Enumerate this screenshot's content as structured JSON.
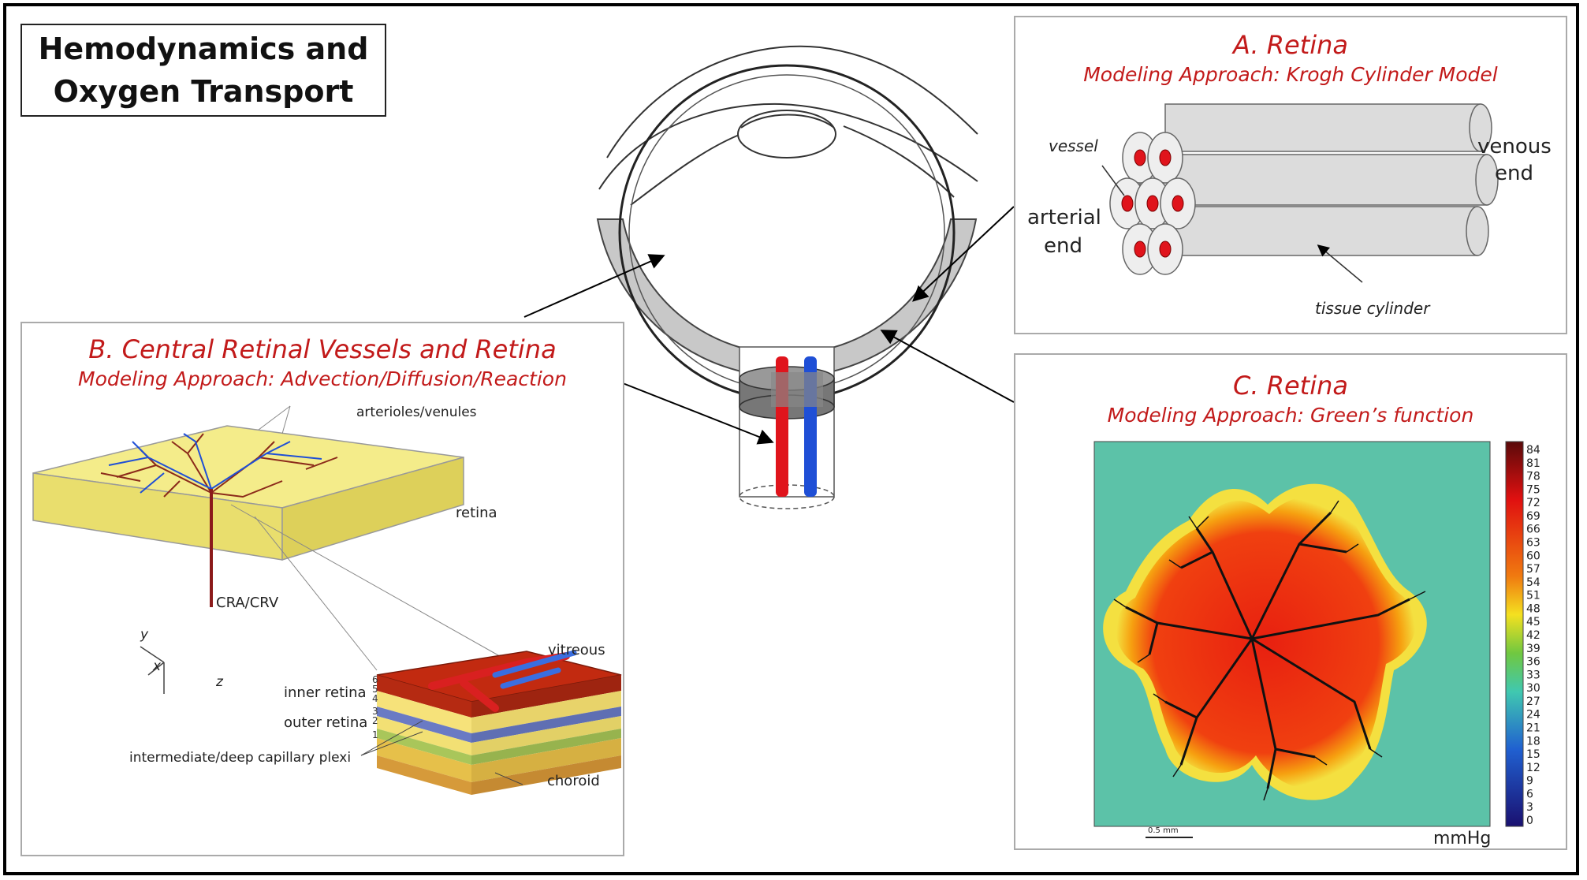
{
  "header": {
    "line1": "Hemodynamics and",
    "line2": "Oxygen Transport"
  },
  "panel_a": {
    "title": "A.  Retina",
    "approach": "Modeling Approach: Krogh Cylinder Model",
    "labels": {
      "vessel": "vessel",
      "venous": "venous",
      "venous_end": "end",
      "arterial": "arterial",
      "arterial_end": "end",
      "tissue": "tissue cylinder"
    }
  },
  "panel_b": {
    "title": "B.  Central Retinal Vessels and Retina",
    "approach": "Modeling Approach: Advection/Diffusion/Reaction",
    "labels": {
      "arterioles": "arterioles/venules",
      "retina": "retina",
      "cra": "CRA/CRV",
      "axis_y": "y",
      "axis_x": "x",
      "axis_z": "z",
      "vitreous": "vitreous",
      "inner": "inner retina",
      "outer": "outer retina",
      "plexi": "intermediate/deep capillary plexi",
      "choroid": "choroid"
    },
    "layer_numbers": [
      "6",
      "5",
      "4",
      "3",
      "2",
      "1"
    ]
  },
  "panel_c": {
    "title": "C.  Retina",
    "approach": "Modeling Approach: Green’s function",
    "scale_label": "0.5 mm",
    "unit": "mmHg",
    "colorbar_ticks": [
      "84",
      "81",
      "78",
      "75",
      "72",
      "69",
      "66",
      "63",
      "60",
      "57",
      "54",
      "51",
      "48",
      "45",
      "42",
      "39",
      "36",
      "33",
      "30",
      "27",
      "24",
      "21",
      "18",
      "15",
      "12",
      "9",
      "6",
      "3",
      "0"
    ]
  },
  "colors": {
    "accent_red": "#c21a1a",
    "artery": "#e0141c",
    "vein": "#1f4fd6"
  }
}
